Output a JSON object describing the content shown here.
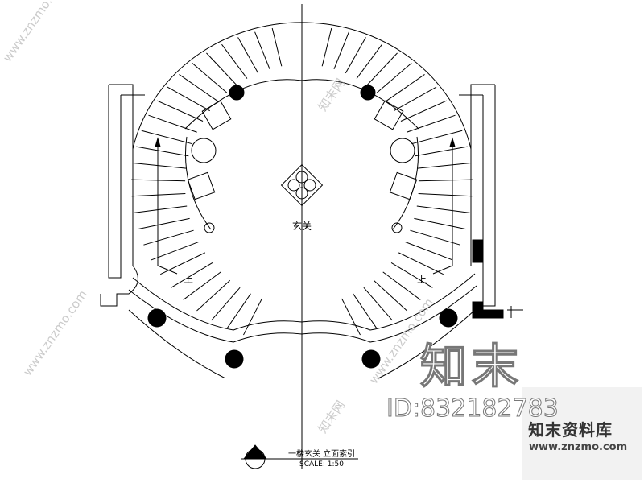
{
  "drawing": {
    "room_label": "玄关",
    "stair_up_left": "上",
    "stair_up_right": "上",
    "title": "一楼玄关 立面索引",
    "scale": "SCALE: 1:50"
  },
  "watermark": {
    "brand": "知末",
    "id": "ID:832182783",
    "library": "知末资料库",
    "url": "www.znzmo.com",
    "diagonal_url": "www.znzmo.com",
    "diagonal_brand": "知末网"
  }
}
